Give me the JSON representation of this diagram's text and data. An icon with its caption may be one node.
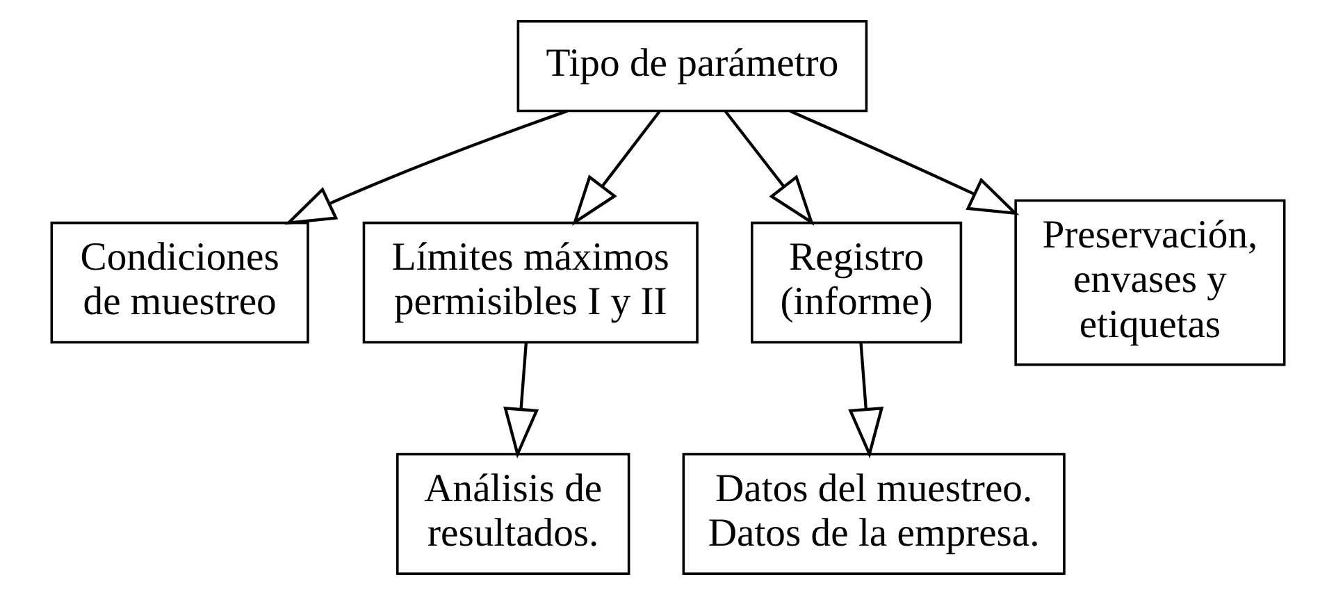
{
  "diagram": {
    "nodes": [
      {
        "text": [
          "Tipo de parámetro"
        ]
      },
      {
        "text": [
          "Condiciones de muestreo"
        ]
      },
      {
        "text": [
          "Límites máximos permisibles I y II"
        ]
      },
      {
        "text": [
          "Registro (informe)"
        ]
      },
      {
        "text": [
          "Preservación, envases y etiquetas"
        ]
      },
      {
        "text": [
          "Análisis de resultados."
        ]
      },
      {
        "text": [
          "Datos del muestreo. Datos de la empresa."
        ]
      }
    ],
    "edges": [
      {
        "from": 0,
        "to": 1,
        "arrow": "to"
      },
      {
        "from": 0,
        "to": 2,
        "arrow": "to"
      },
      {
        "from": 0,
        "to": 3,
        "arrow": "to"
      },
      {
        "from": 0,
        "to": 4,
        "arrow": "to"
      },
      {
        "from": 2,
        "to": 5,
        "arrow": "to"
      },
      {
        "from": 3,
        "to": 6,
        "arrow": "to"
      }
    ]
  }
}
